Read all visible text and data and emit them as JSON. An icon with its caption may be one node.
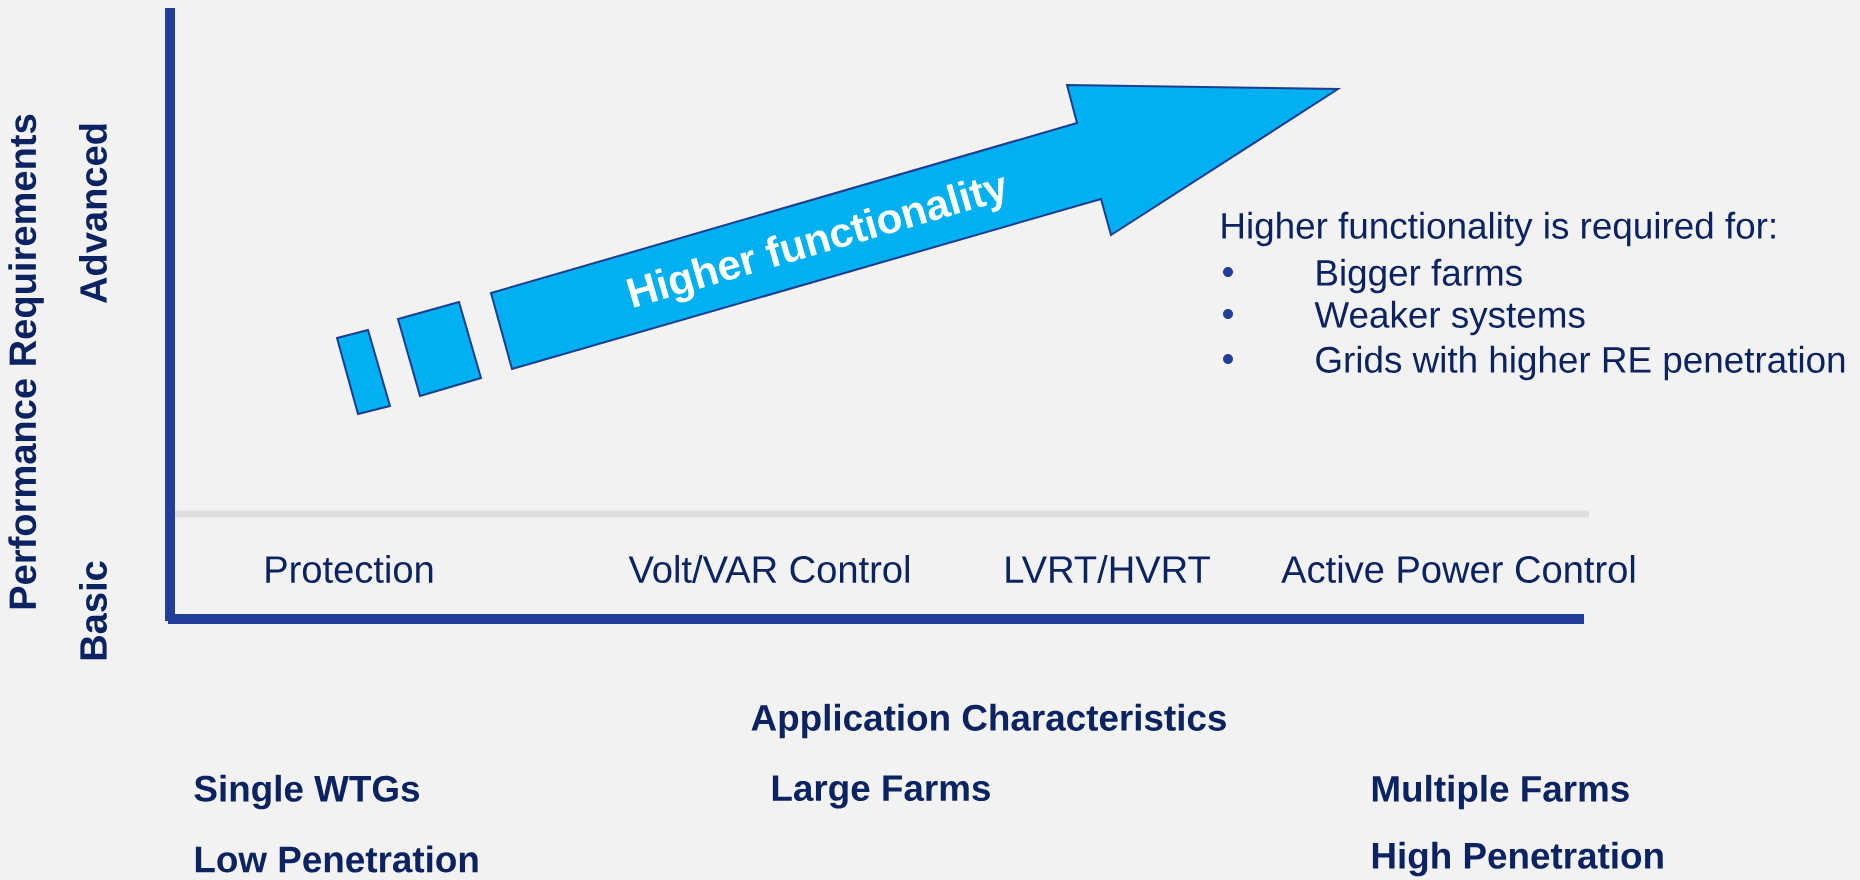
{
  "diagram": {
    "nodes": [
      {
        "text": [
          "Higher functionality"
        ]
      }
    ],
    "labels": [
      "Performance Requirements",
      "Advanced",
      "Basic",
      "Higher functionality is required for:",
      "Bigger farms",
      "Weaker systems",
      "Grids with higher RE penetration",
      "Protection",
      "Volt/VAR Control",
      "LVRT/HVRT",
      "Active Power Control",
      "Application Characteristics",
      "Single WTGs",
      "Large Farms",
      "Multiple Farms",
      "Low Penetration",
      "High Penetration"
    ]
  }
}
